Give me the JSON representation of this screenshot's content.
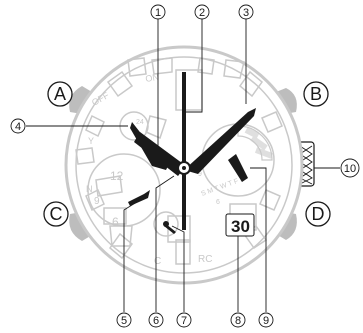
{
  "buttons": {
    "a": "A",
    "b": "B",
    "c": "C",
    "d": "D"
  },
  "callouts": [
    "1",
    "2",
    "3",
    "4",
    "5",
    "6",
    "7",
    "8",
    "9",
    "10"
  ],
  "dial_text": {
    "off": "OFF",
    "on": "ON",
    "y": "Y",
    "n": "N",
    "c": "C",
    "rc": "RC",
    "twelve": "12",
    "six": "6",
    "nine": "9",
    "twenty_four": "24",
    "weekdays": "S M T W T F S",
    "date": "30",
    "sub_nine": "9",
    "sub_six": "6"
  },
  "colors": {
    "ink": "#1a1a1a",
    "bezel": "#c9c9c9",
    "button": "#bdbdbd",
    "hand": "#1a1a1a"
  }
}
